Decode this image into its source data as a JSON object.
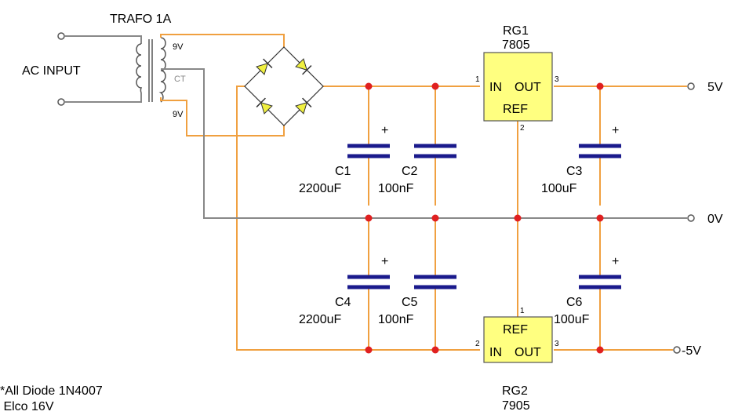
{
  "labels": {
    "transformer": "TRAFO 1A",
    "ac_input": "AC INPUT",
    "sec_top": "9V",
    "sec_ct": "CT",
    "sec_bottom": "9V",
    "rg1_name": "RG1",
    "rg1_part": "7805",
    "rg2_name": "RG2",
    "rg2_part": "7905",
    "reg_in": "IN",
    "reg_out": "OUT",
    "reg_ref": "REF",
    "pin1": "1",
    "pin2": "2",
    "pin3": "3",
    "out_pos": "5V",
    "out_zero": "0V",
    "out_neg": "-5V",
    "note1": "*All Diode 1N4007",
    "note2": " Elco 16V",
    "plus": "+"
  },
  "capacitors": [
    {
      "name": "C1",
      "value": "2200uF",
      "polarized": true
    },
    {
      "name": "C2",
      "value": "100nF",
      "polarized": false
    },
    {
      "name": "C3",
      "value": "100uF",
      "polarized": true
    },
    {
      "name": "C4",
      "value": "2200uF",
      "polarized": true
    },
    {
      "name": "C5",
      "value": "100nF",
      "polarized": false
    },
    {
      "name": "C6",
      "value": "100uF",
      "polarized": true
    }
  ],
  "colors": {
    "wire_main": "#f0a040",
    "wire_ground": "#888888",
    "junction": "#e02020",
    "capacitor": "#1a1a8c",
    "regulator_fill": "#ffff80"
  }
}
